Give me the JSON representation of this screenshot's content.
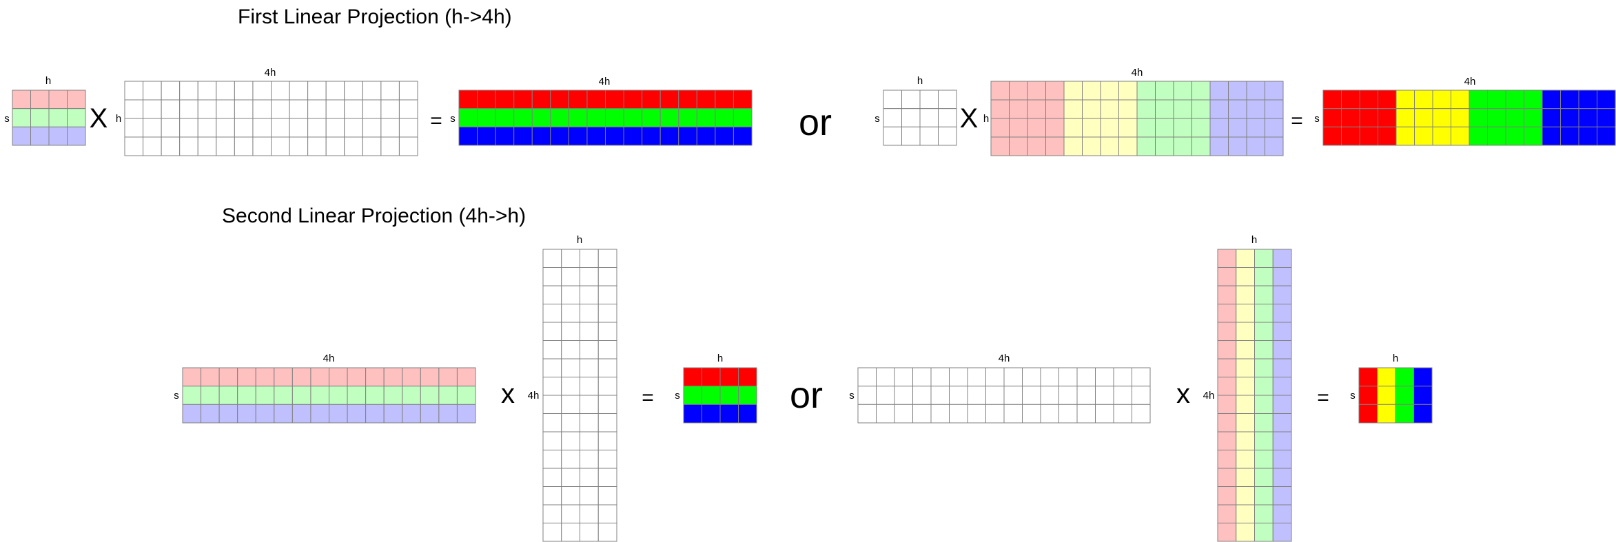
{
  "titles": {
    "first": "First Linear Projection (h->4h)",
    "second": "Second Linear Projection (4h->h)"
  },
  "dims": {
    "h": "h",
    "s": "s",
    "four_h": "4h"
  },
  "operators": {
    "times": "X",
    "lower_times": "x",
    "equals": "=",
    "or": "or"
  },
  "colors": {
    "white": "#ffffff",
    "light_red": "#ffc0c0",
    "light_green": "#c0ffc0",
    "light_blue": "#c0c0ff",
    "light_yellow": "#ffffc0",
    "red": "#ff0000",
    "green": "#00ff00",
    "blue": "#0000ff",
    "yellow": "#ffff00",
    "grid_line": "#808080"
  }
}
